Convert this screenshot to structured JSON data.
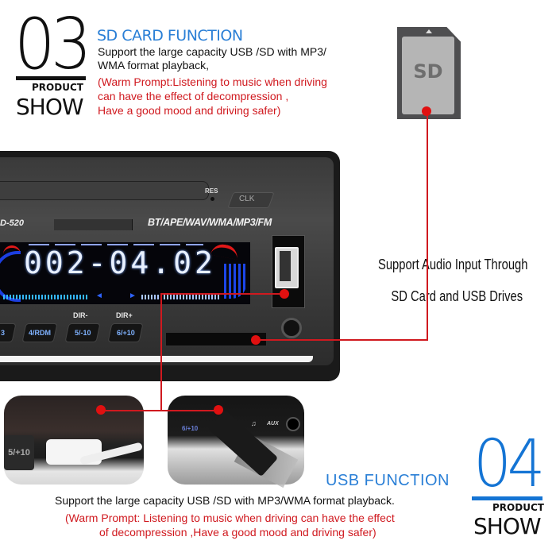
{
  "section_03": {
    "number": "03",
    "product_label": "PRODUCT",
    "show_label": "SHOW",
    "title": "SD CARD FUNCTION",
    "description_line1": "Support the large capacity USB /SD with MP3/",
    "description_line2": "WMA format playback,",
    "warm_prompt_line1": "(Warm Prompt:Listening to music when driving",
    "warm_prompt_line2": "can have the effect of decompression ,",
    "warm_prompt_line3": "Have a good mood and driving safer)"
  },
  "sd_card": {
    "label": "SD",
    "icon": "sd-card-icon"
  },
  "radio_unit": {
    "model_label": "D-520",
    "formats_label": "BT/APE/WAV/WMA/MP3/FM",
    "res_label": "RES",
    "clk_label": "CLK",
    "display_text": "002-04.02",
    "arrow_left": "◄",
    "arrow_right": "►",
    "buttons": [
      {
        "label": "3"
      },
      {
        "label": "4/RDM"
      },
      {
        "label": "5/-10"
      },
      {
        "label": "6/+10"
      }
    ],
    "dir_minus_label": "DIR-",
    "dir_plus_label": "DIR+"
  },
  "callout": {
    "line1": "Support Audio Input Through",
    "line2": "SD Card and USB Drives"
  },
  "photos": {
    "photo1_button_label": "5/+10",
    "photo2_button_label": "6/+10",
    "photo2_music_icon": "♫",
    "photo2_aux_label": "AUX"
  },
  "section_04": {
    "number": "04",
    "product_label": "PRODUCT",
    "show_label": "SHOW",
    "title": "USB FUNCTION",
    "description": "Support the large capacity USB /SD with MP3/WMA format playback.",
    "warm_prompt_line1": "(Warm Prompt: Listening to music when driving can have the effect",
    "warm_prompt_line2": "of decompression ,Have a good mood and driving safer)"
  },
  "colors": {
    "accent_blue": "#2a7fd6",
    "number_blue": "#1474d4",
    "warm_red": "#d0191f",
    "connector_red": "#e01010"
  }
}
